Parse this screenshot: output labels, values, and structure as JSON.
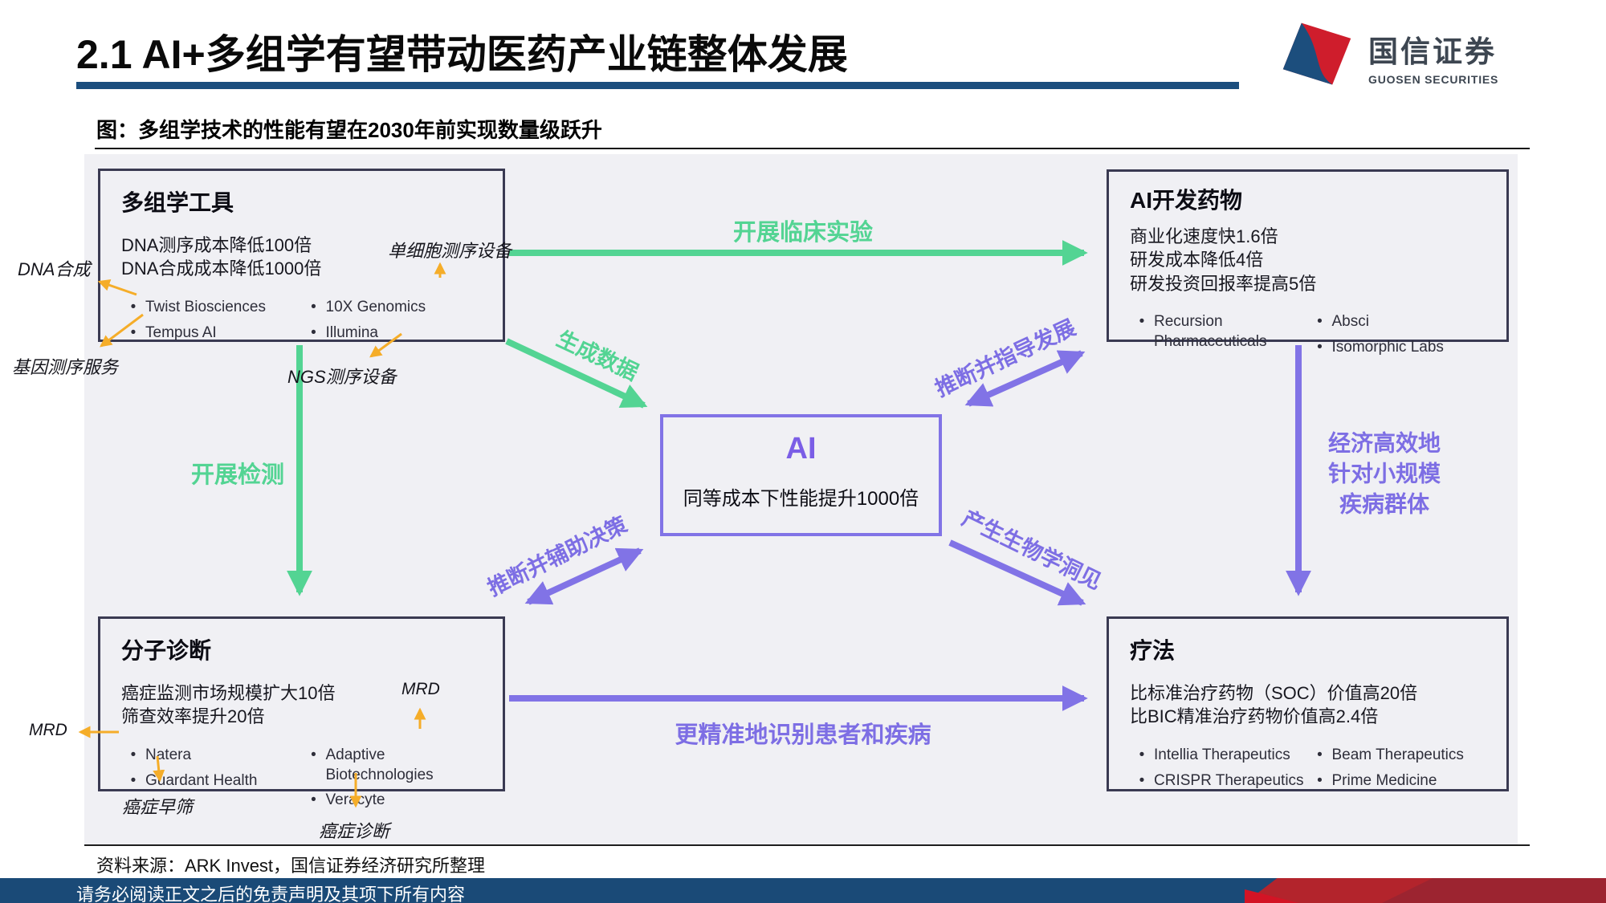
{
  "header": {
    "title": "2.1 AI+多组学有望带动医药产业链整体发展",
    "logo": {
      "cn": "国信证券",
      "en": "GUOSEN SECURITIES"
    }
  },
  "figure_caption": "图：多组学技术的性能有望在2030年前实现数量级跃升",
  "boxes": {
    "tools": {
      "title": "多组学工具",
      "lines": [
        "DNA测序成本降低100倍",
        "DNA合成成本降低1000倍"
      ],
      "bullets_left": [
        "Twist Biosciences",
        "Tempus AI"
      ],
      "bullets_right": [
        "10X Genomics",
        "Illumina"
      ]
    },
    "ai_drugs": {
      "title": "AI开发药物",
      "lines": [
        "商业化速度快1.6倍",
        "研发成本降低4倍",
        "研发投资回报率提高5倍"
      ],
      "bullets_left": [
        "Recursion Pharmaceuticals"
      ],
      "bullets_right": [
        "Absci",
        "Isomorphic Labs"
      ]
    },
    "ai_center": {
      "title": "AI",
      "line": "同等成本下性能提升1000倍"
    },
    "diagnostics": {
      "title": "分子诊断",
      "lines": [
        "癌症监测市场规模扩大10倍",
        "筛查效率提升20倍"
      ],
      "bullets_left": [
        "Natera",
        "Guardant Health"
      ],
      "bullets_right": [
        "Adaptive Biotechnologies",
        "Veracyte"
      ]
    },
    "therapies": {
      "title": "疗法",
      "lines": [
        "比标准治疗药物（SOC）价值高20倍",
        "比BIC精准治疗药物价值高2.4倍"
      ],
      "bullets_left": [
        "Intellia Therapeutics",
        "CRISPR Therapeutics"
      ],
      "bullets_right": [
        "Beam Therapeutics",
        "Prime Medicine"
      ]
    }
  },
  "arrows": {
    "clinical_trials": "开展临床实验",
    "generate_data": "生成数据",
    "run_tests": "开展检测",
    "infer_guide": "推断并指导发展",
    "infer_assist": "推断并辅助决策",
    "bio_insights": "产生生物学洞见",
    "econ_lines": [
      "经济高效地",
      "针对小规模",
      "疾病群体"
    ],
    "precise_id": "更精准地识别患者和疾病"
  },
  "annotations": {
    "dna_synthesis": "DNA合成",
    "gene_sequencing": "基因测序服务",
    "single_cell": "单细胞测序设备",
    "ngs": "NGS测序设备",
    "mrd_box": "MRD",
    "mrd_left": "MRD",
    "cancer_early_screen": "癌症早筛",
    "cancer_diagnosis": "癌症诊断"
  },
  "footer": {
    "source": "资料来源：ARK Invest，国信证券经济研究所整理",
    "disclaimer": "请务必阅读正文之后的免责声明及其项下所有内容"
  },
  "colors": {
    "green": "#53d493",
    "purple": "#8173e6",
    "yellow": "#f5ad29",
    "navy": "#1b4e7e",
    "panel": "#f0f0f4"
  }
}
